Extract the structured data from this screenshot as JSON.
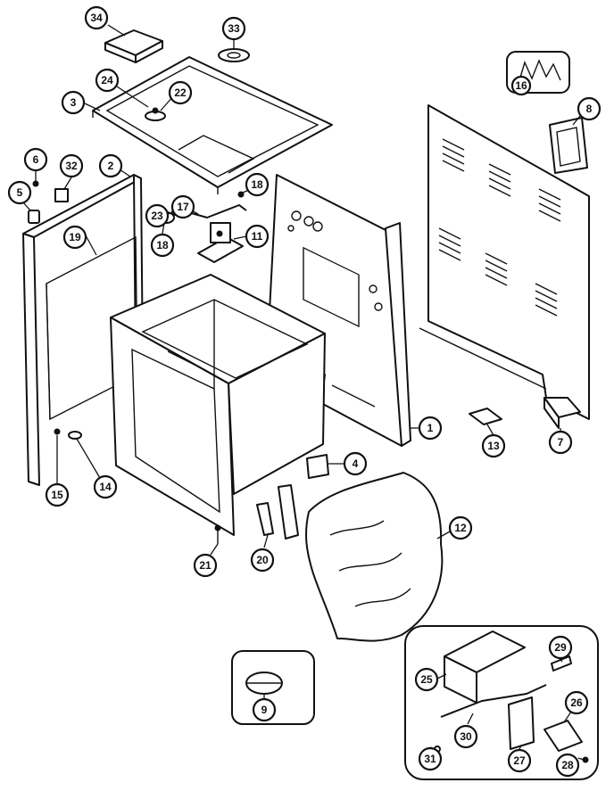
{
  "callouts": [
    {
      "id": "c34",
      "label": "34"
    },
    {
      "id": "c33",
      "label": "33"
    },
    {
      "id": "c16a",
      "label": "16"
    },
    {
      "id": "c24",
      "label": "24"
    },
    {
      "id": "c22",
      "label": "22"
    },
    {
      "id": "c3",
      "label": "3"
    },
    {
      "id": "c8",
      "label": "8"
    },
    {
      "id": "c6",
      "label": "6"
    },
    {
      "id": "c32",
      "label": "32"
    },
    {
      "id": "c2",
      "label": "2"
    },
    {
      "id": "c18a",
      "label": "18"
    },
    {
      "id": "c5",
      "label": "5"
    },
    {
      "id": "c23",
      "label": "23"
    },
    {
      "id": "c17",
      "label": "17"
    },
    {
      "id": "c11",
      "label": "11"
    },
    {
      "id": "c19",
      "label": "19"
    },
    {
      "id": "c18b",
      "label": "18"
    },
    {
      "id": "c1",
      "label": "1"
    },
    {
      "id": "c13",
      "label": "13"
    },
    {
      "id": "c7",
      "label": "7"
    },
    {
      "id": "c15",
      "label": "15"
    },
    {
      "id": "c14",
      "label": "14"
    },
    {
      "id": "c4",
      "label": "4"
    },
    {
      "id": "c12",
      "label": "12"
    },
    {
      "id": "c21",
      "label": "21"
    },
    {
      "id": "c20",
      "label": "20"
    },
    {
      "id": "c29",
      "label": "29"
    },
    {
      "id": "c25",
      "label": "25"
    },
    {
      "id": "c26",
      "label": "26"
    },
    {
      "id": "c9",
      "label": "9"
    },
    {
      "id": "c30",
      "label": "30"
    },
    {
      "id": "c31",
      "label": "31"
    },
    {
      "id": "c27",
      "label": "27"
    },
    {
      "id": "c28",
      "label": "28"
    }
  ]
}
